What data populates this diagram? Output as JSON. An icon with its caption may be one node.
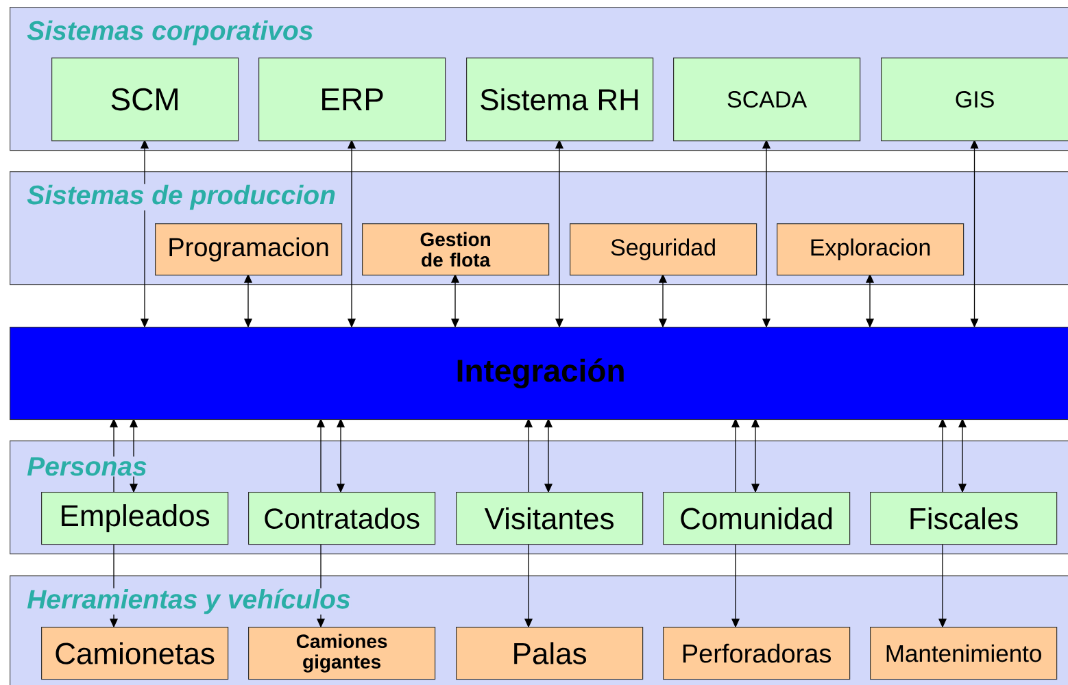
{
  "diagram": {
    "nodes": [
      {
        "text": [
          "Sistemas corporativos"
        ]
      },
      {
        "text": [
          "SCM"
        ],
        "in": 0
      },
      {
        "text": [
          "ERP"
        ],
        "in": 0
      },
      {
        "text": [
          "Sistema RH"
        ],
        "in": 0
      },
      {
        "text": [
          "SCADA"
        ],
        "in": 0
      },
      {
        "text": [
          "GIS"
        ],
        "in": 0
      },
      {
        "text": [
          "Sistemas de produccion"
        ]
      },
      {
        "text": [
          "Programacion"
        ],
        "in": 6
      },
      {
        "text": [
          "Gestion de flota"
        ],
        "in": 6
      },
      {
        "text": [
          "Seguridad"
        ],
        "in": 6
      },
      {
        "text": [
          "Exploracion"
        ],
        "in": 6
      },
      {
        "text": [
          "Integración"
        ]
      },
      {
        "text": [
          "Personas"
        ]
      },
      {
        "text": [
          "Empleados"
        ],
        "in": 12
      },
      {
        "text": [
          "Contratados"
        ],
        "in": 12
      },
      {
        "text": [
          "Visitantes"
        ],
        "in": 12
      },
      {
        "text": [
          "Comunidad"
        ],
        "in": 12
      },
      {
        "text": [
          "Fiscales"
        ],
        "in": 12
      },
      {
        "text": [
          "Herramientas y vehículos"
        ]
      },
      {
        "text": [
          "Camionetas"
        ],
        "in": 18
      },
      {
        "text": [
          "Camiones gigantes"
        ],
        "in": 18
      },
      {
        "text": [
          "Palas"
        ],
        "in": 18
      },
      {
        "text": [
          "Perforadoras"
        ],
        "in": 18
      },
      {
        "text": [
          "Mantenimiento"
        ],
        "in": 18
      }
    ],
    "edges": [
      {
        "from": 1,
        "to": 11,
        "arrow": "both"
      },
      {
        "from": 2,
        "to": 11,
        "arrow": "both"
      },
      {
        "from": 3,
        "to": 11,
        "arrow": "both"
      },
      {
        "from": 4,
        "to": 11,
        "arrow": "both"
      },
      {
        "from": 5,
        "to": 11,
        "arrow": "both"
      },
      {
        "from": 7,
        "to": 11,
        "arrow": "both"
      },
      {
        "from": 8,
        "to": 11,
        "arrow": "both"
      },
      {
        "from": 9,
        "to": 11,
        "arrow": "both"
      },
      {
        "from": 10,
        "to": 11,
        "arrow": "both"
      },
      {
        "from": 13,
        "to": 11,
        "arrow": "to"
      },
      {
        "from": 11,
        "to": 13,
        "arrow": "both"
      },
      {
        "from": 13,
        "to": 19,
        "arrow": "to"
      },
      {
        "from": 14,
        "to": 11,
        "arrow": "to"
      },
      {
        "from": 11,
        "to": 14,
        "arrow": "both"
      },
      {
        "from": 14,
        "to": 20,
        "arrow": "to"
      },
      {
        "from": 15,
        "to": 11,
        "arrow": "to"
      },
      {
        "from": 11,
        "to": 15,
        "arrow": "both"
      },
      {
        "from": 15,
        "to": 21,
        "arrow": "to"
      },
      {
        "from": 16,
        "to": 11,
        "arrow": "to"
      },
      {
        "from": 11,
        "to": 16,
        "arrow": "both"
      },
      {
        "from": 16,
        "to": 22,
        "arrow": "to"
      },
      {
        "from": 17,
        "to": 11,
        "arrow": "to"
      },
      {
        "from": 11,
        "to": 17,
        "arrow": "both"
      },
      {
        "from": 17,
        "to": 23,
        "arrow": "to"
      }
    ]
  }
}
